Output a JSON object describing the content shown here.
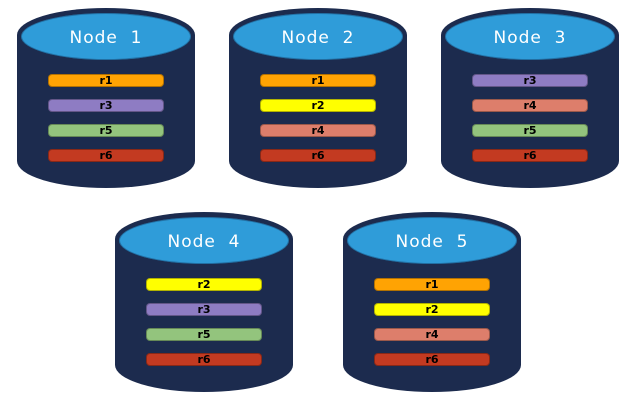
{
  "diagram": {
    "description_colors": {
      "cylinder_body": "#1C2B4E",
      "cylinder_top": "#2F9CD9",
      "title_text": "#FFFFFF",
      "bar_text": "#000000"
    },
    "replica_colors": {
      "r1": "#FFA303",
      "r2": "#FFFF00",
      "r3": "#8E7CC3",
      "r4": "#DD7E6B",
      "r5": "#93C47D",
      "r6": "#C33A21"
    },
    "nodes": [
      {
        "label": "Node  1",
        "replicas": [
          {
            "id": "r1",
            "color": "#FFA303"
          },
          {
            "id": "r3",
            "color": "#8E7CC3"
          },
          {
            "id": "r5",
            "color": "#93C47D"
          },
          {
            "id": "r6",
            "color": "#C33A21"
          }
        ]
      },
      {
        "label": "Node  2",
        "replicas": [
          {
            "id": "r1",
            "color": "#FFA303"
          },
          {
            "id": "r2",
            "color": "#FFFF00"
          },
          {
            "id": "r4",
            "color": "#DD7E6B"
          },
          {
            "id": "r6",
            "color": "#C33A21"
          }
        ]
      },
      {
        "label": "Node  3",
        "replicas": [
          {
            "id": "r3",
            "color": "#8E7CC3"
          },
          {
            "id": "r4",
            "color": "#DD7E6B"
          },
          {
            "id": "r5",
            "color": "#93C47D"
          },
          {
            "id": "r6",
            "color": "#C33A21"
          }
        ]
      },
      {
        "label": "Node  4",
        "replicas": [
          {
            "id": "r2",
            "color": "#FFFF00"
          },
          {
            "id": "r3",
            "color": "#8E7CC3"
          },
          {
            "id": "r5",
            "color": "#93C47D"
          },
          {
            "id": "r6",
            "color": "#C33A21"
          }
        ]
      },
      {
        "label": "Node  5",
        "replicas": [
          {
            "id": "r1",
            "color": "#FFA303"
          },
          {
            "id": "r2",
            "color": "#FFFF00"
          },
          {
            "id": "r4",
            "color": "#DD7E6B"
          },
          {
            "id": "r6",
            "color": "#C33A21"
          }
        ]
      }
    ]
  }
}
